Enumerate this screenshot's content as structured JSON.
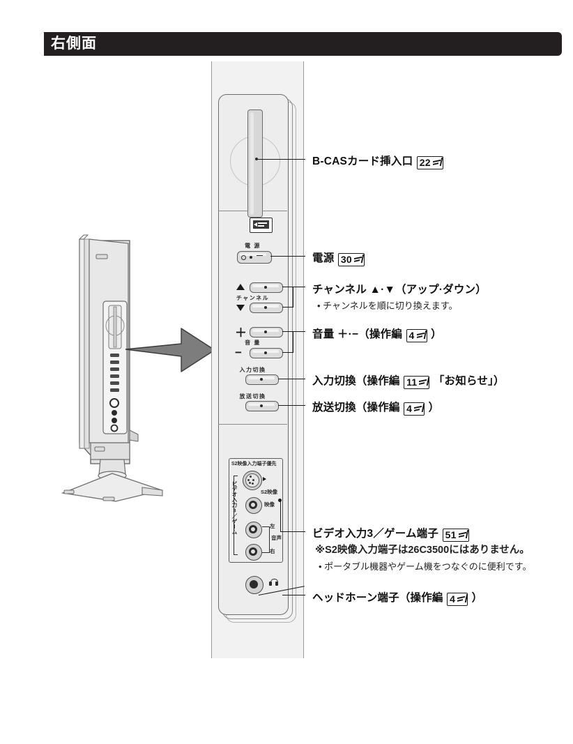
{
  "header": {
    "title": "右側面"
  },
  "device": {
    "labels": {
      "power": "電 源",
      "channel": "チャンネル",
      "volume": "音 量",
      "input_select": "入力切換",
      "broadcast_select": "放送切換",
      "s2_priority": "S2映像入力端子優先",
      "s2_video": "S2映像",
      "video": "映像",
      "audio": "音声",
      "audio_left": "左",
      "audio_right": "右",
      "video_in3_game": "ビデオ入力3／ゲーム",
      "tri_up": "▲",
      "tri_down": "▼",
      "plus": "＋",
      "minus": "−"
    },
    "icons": {
      "bcas_card": "bcas-card-icon",
      "headphone": "headphone-icon"
    }
  },
  "callouts": [
    {
      "id": "bcas",
      "title_main": "B-CASカード挿入口",
      "pageref": "22",
      "notes": []
    },
    {
      "id": "power",
      "title_main": "電源",
      "pageref": "30",
      "notes": []
    },
    {
      "id": "channel",
      "title_main": "チャンネル ▲·▼（アップ·ダウン）",
      "pageref": "",
      "notes": [
        "• チャンネルを順に切り換えます。"
      ]
    },
    {
      "id": "volume",
      "title_pre": "音量 ＋·−（操作編",
      "title_post": "）",
      "pageref": "4",
      "notes": []
    },
    {
      "id": "input-select",
      "title_pre": "入力切換（操作編",
      "title_post": "「お知らせ」）",
      "pageref": "11",
      "notes": []
    },
    {
      "id": "broadcast-select",
      "title_pre": "放送切換（操作編",
      "title_post": "）",
      "pageref": "4",
      "notes": []
    },
    {
      "id": "video-game",
      "title_main": "ビデオ入力3／ゲーム端子",
      "pageref": "51",
      "notes": [
        "※S2映像入力端子は26C3500にはありません。",
        "• ポータブル機器やゲーム機をつなぐのに便利です。"
      ]
    },
    {
      "id": "headphone",
      "title_pre": "ヘッドホーン端子（操作編",
      "title_post": "）",
      "pageref": "4",
      "notes": []
    }
  ],
  "colors": {
    "header_bg": "#231f20",
    "header_text": "#ffffff",
    "panel_bg": "#f2f2f2",
    "line": "#1a1a1a",
    "arrow": "#7d7d7d"
  }
}
